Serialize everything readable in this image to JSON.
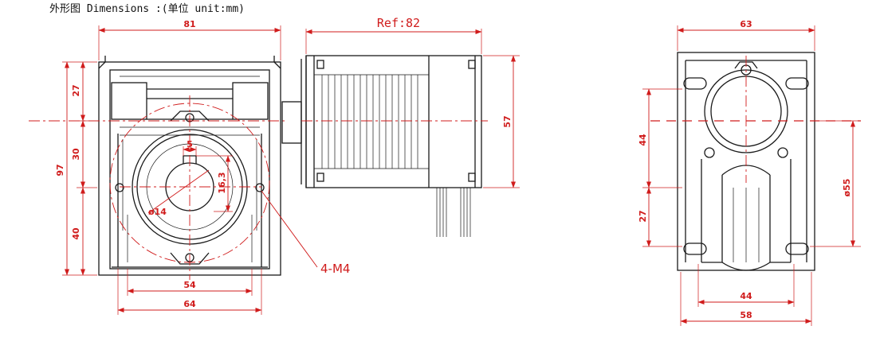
{
  "title": "外形图 Dimensions :(单位 unit:mm)",
  "colors": {
    "ink": "#1a1a1a",
    "red": "#d01c1c"
  },
  "front_view": {
    "width_top": "81",
    "side_27": "27",
    "side_30": "30",
    "side_97": "97",
    "side_40": "40",
    "keyway_5": "5",
    "keyway_16_3": "16,3",
    "bore_14": "ø14",
    "bottom_54": "54",
    "bottom_64": "64",
    "threads": "4-M4"
  },
  "motor_view": {
    "ref_82": "Ref:82",
    "height_57": "57"
  },
  "side_view": {
    "width_63": "63",
    "left_44": "44",
    "left_27": "27",
    "right_55": "ø55",
    "bottom_44": "44",
    "bottom_58": "58"
  }
}
